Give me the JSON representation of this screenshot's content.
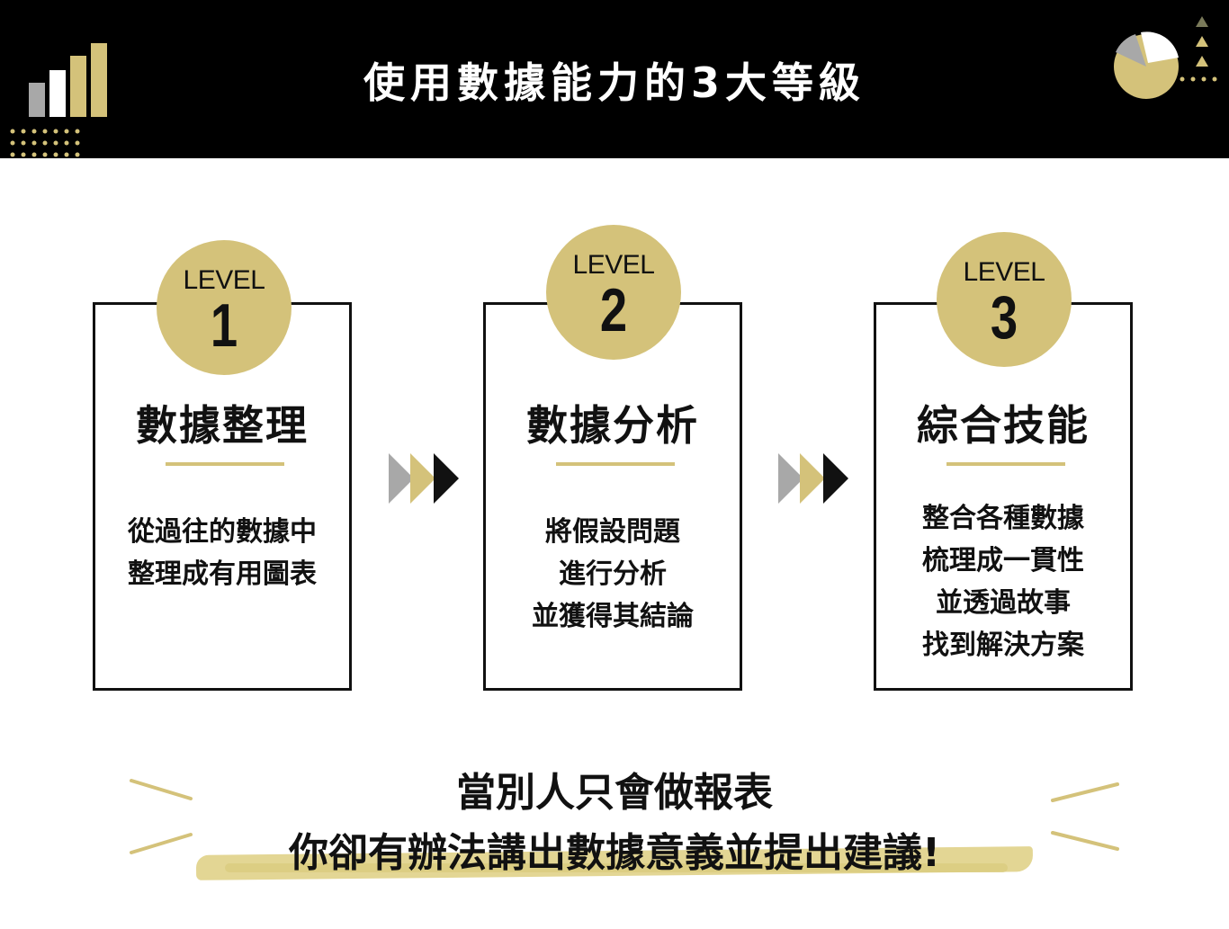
{
  "header": {
    "title": "使用數據能力的3大等級"
  },
  "colors": {
    "accent": "#d4c27a",
    "header_bg": "#000000",
    "text": "#111111",
    "gray": "#a8a8a8"
  },
  "icons": {
    "left": "bar-chart-icon",
    "right": "pie-chart-icon"
  },
  "cards": [
    {
      "level_label": "LEVEL",
      "level_number": "1",
      "title": "數據整理",
      "description": [
        "從過往的數據中",
        "整理成有用圖表"
      ]
    },
    {
      "level_label": "LEVEL",
      "level_number": "2",
      "title": "數據分析",
      "description": [
        "將假設問題",
        "進行分析",
        "並獲得其結論"
      ]
    },
    {
      "level_label": "LEVEL",
      "level_number": "3",
      "title": "綜合技能",
      "description": [
        "整合各種數據",
        "梳理成一貫性",
        "並透過故事",
        "找到解決方案"
      ]
    }
  ],
  "footer": {
    "line1": "當別人只會做報表",
    "line2": "你卻有辦法講出數據意義並提出建議!"
  }
}
